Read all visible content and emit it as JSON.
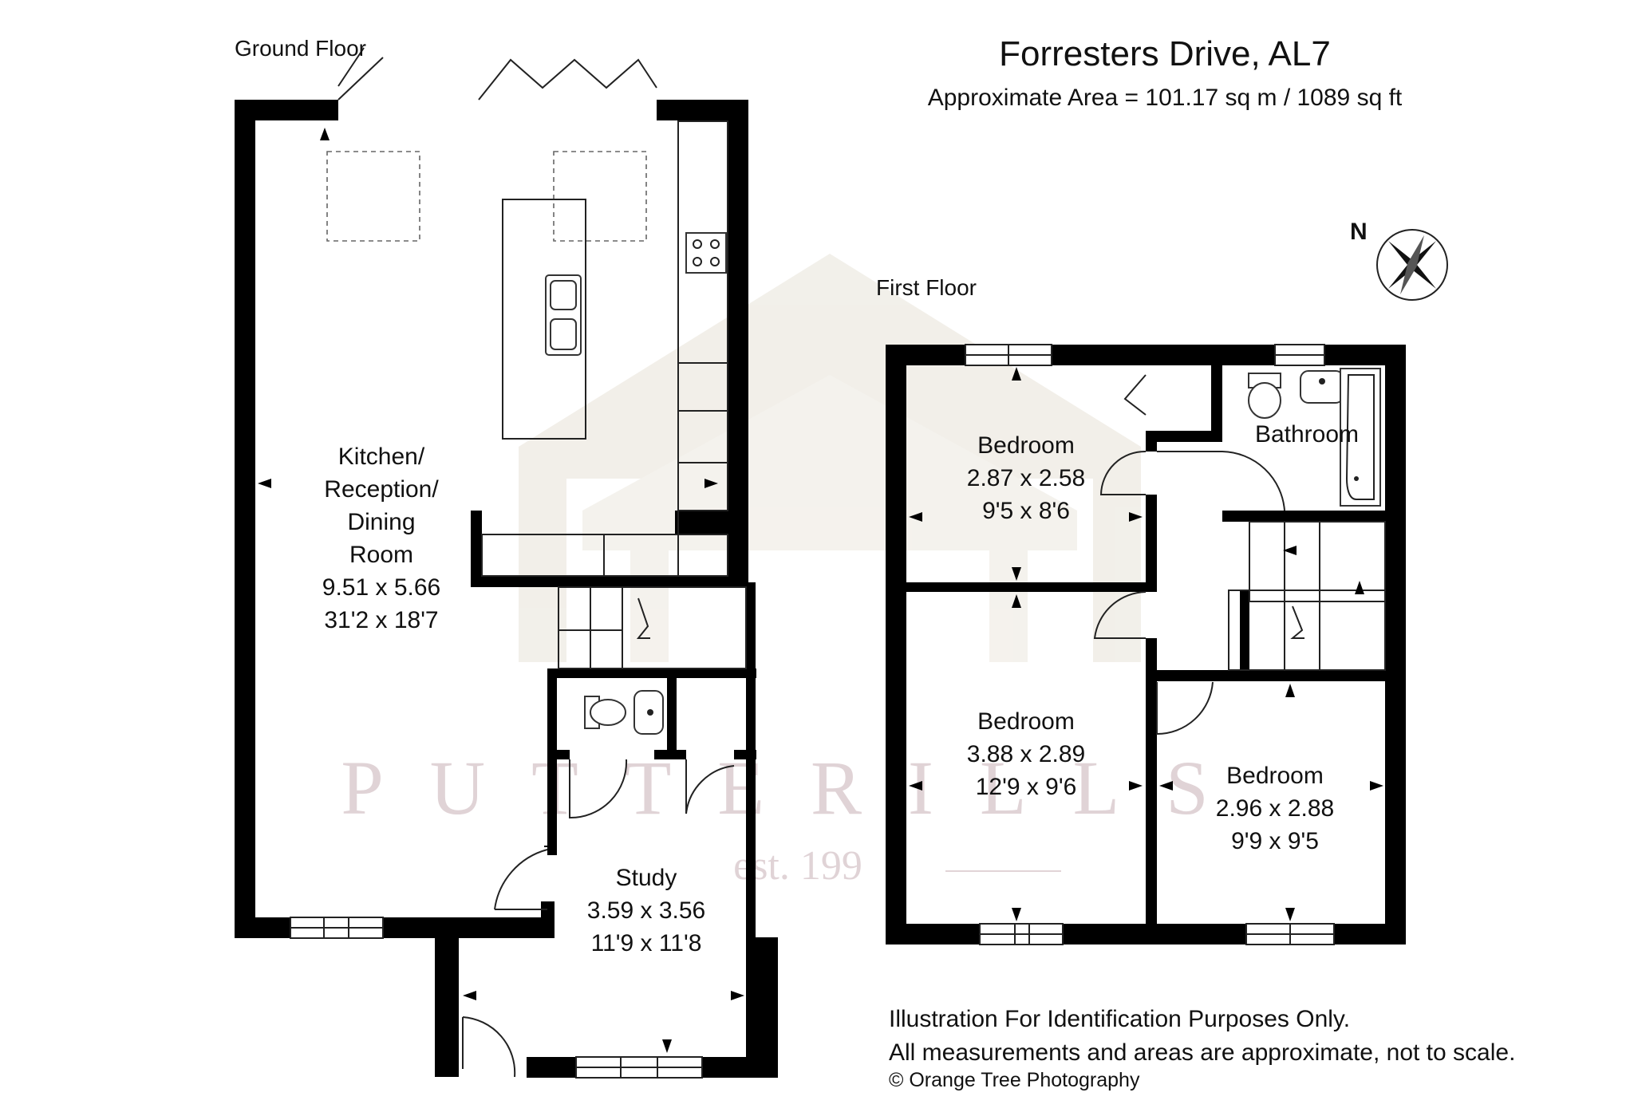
{
  "header": {
    "title": "Forresters Drive, AL7",
    "area": "Approximate Area =  101.17 sq m / 1089 sq ft"
  },
  "compass": {
    "label": "N"
  },
  "ground_floor": {
    "label": "Ground Floor",
    "rooms": [
      {
        "lines": [
          "Kitchen/",
          "Reception/",
          "Dining",
          "Room",
          "9.51 x 5.66",
          "31'2 x 18'7"
        ]
      },
      {
        "lines": [
          "Study",
          "3.59 x 3.56",
          "11'9 x 11'8"
        ]
      }
    ]
  },
  "first_floor": {
    "label": "First Floor",
    "rooms": [
      {
        "lines": [
          "Bedroom",
          "2.87 x 2.58",
          "9'5 x 8'6"
        ]
      },
      {
        "lines": [
          "Bathroom"
        ]
      },
      {
        "lines": [
          "Bedroom",
          "3.88 x 2.89",
          "12'9 x 9'6"
        ]
      },
      {
        "lines": [
          "Bedroom",
          "2.96 x 2.88",
          "9'9 x 9'5"
        ]
      }
    ]
  },
  "watermark": {
    "word": "PUTTERILLS",
    "tagline": "est. 199"
  },
  "footer": {
    "line1": "Illustration For Identification Purposes Only.",
    "line2": "All measurements and areas are approximate, not to scale.",
    "copyright": "© Orange Tree Photography"
  }
}
